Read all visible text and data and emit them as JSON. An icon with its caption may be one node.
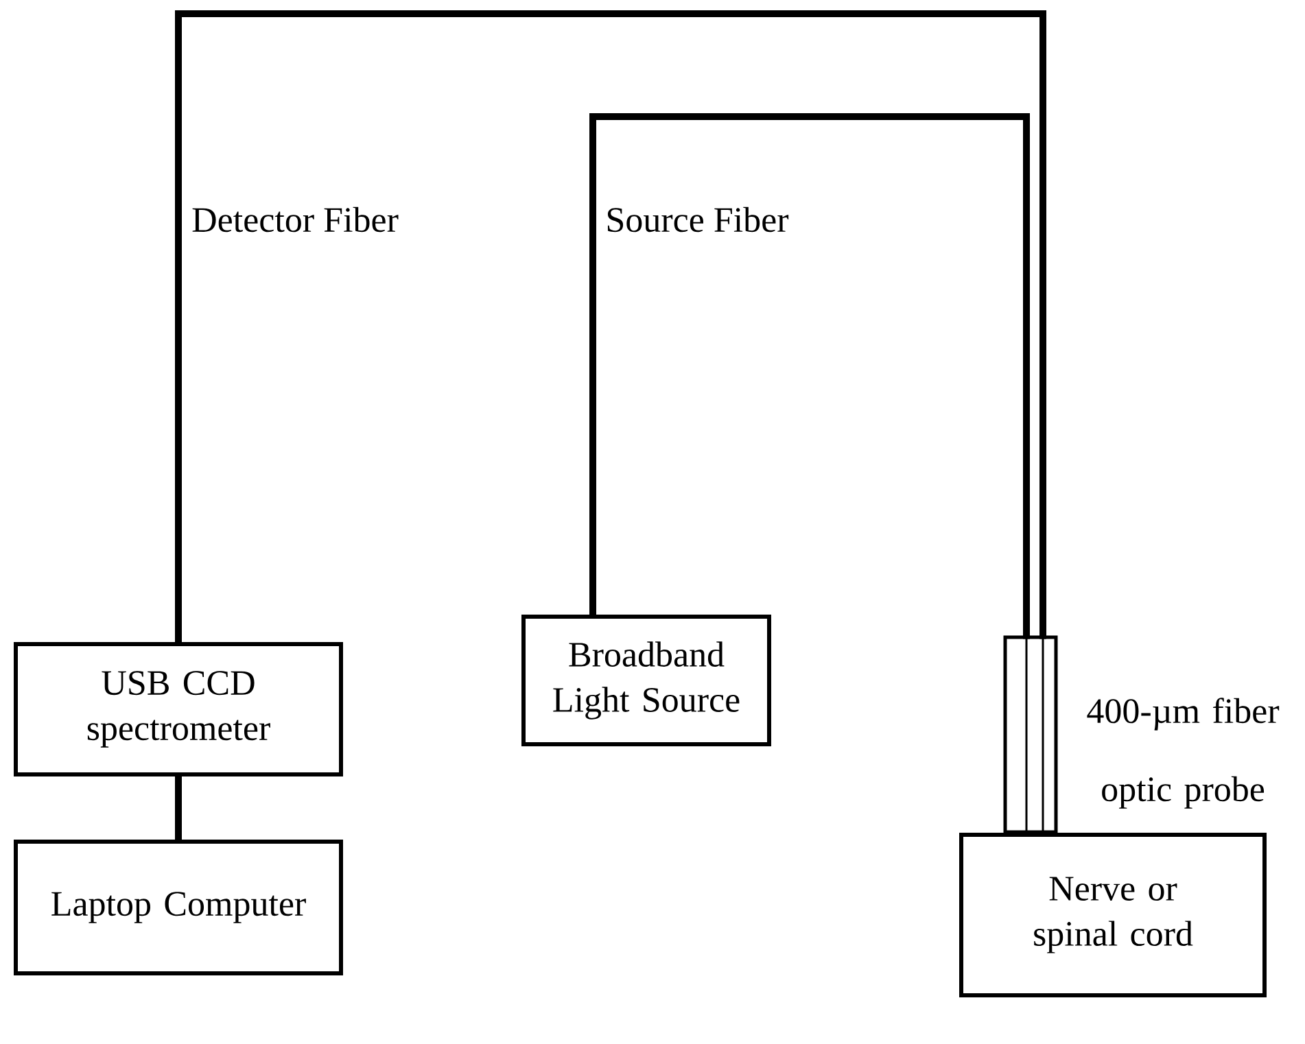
{
  "diagram": {
    "nodes": [
      {
        "text": [
          "USB CCD spectrometer"
        ]
      },
      {
        "text": [
          "Broadband Light Source"
        ]
      },
      {
        "text": [],
        "shape": "box",
        "beside": [
          "400-µm fiber optic probe"
        ]
      },
      {
        "text": [
          "Laptop Computer"
        ]
      },
      {
        "text": [
          "Nerve or spinal cord"
        ]
      }
    ],
    "edges": [
      {
        "from": 0,
        "to": 2,
        "arrow": "none",
        "label": "Detector Fiber"
      },
      {
        "from": 1,
        "to": 2,
        "arrow": "none",
        "label": "Source Fiber"
      },
      {
        "from": 0,
        "to": 3,
        "arrow": "none"
      }
    ]
  }
}
